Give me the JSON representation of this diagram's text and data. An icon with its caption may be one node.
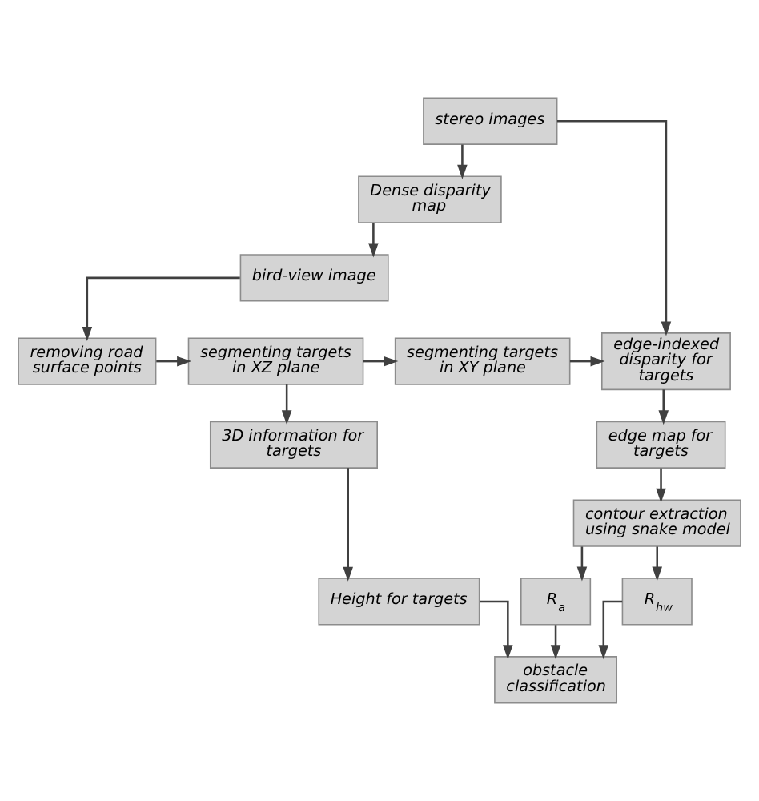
{
  "diagram": {
    "nodes": [
      {
        "text": [
          "stereo images"
        ]
      },
      {
        "text": [
          "Dense disparity map"
        ]
      },
      {
        "text": [
          "bird-view image"
        ]
      },
      {
        "text": [
          "removing road surface points"
        ]
      },
      {
        "text": [
          "segmenting targets in XZ plane"
        ]
      },
      {
        "text": [
          "segmenting targets in XY plane"
        ]
      },
      {
        "text": [
          "edge-indexed disparity for targets"
        ]
      },
      {
        "text": [
          "edge map for targets"
        ]
      },
      {
        "text": [
          "contour extraction using snake model"
        ]
      },
      {
        "text": [
          "3D information for targets"
        ]
      },
      {
        "text": [
          "Height for targets"
        ]
      },
      {
        "text": [
          "R$_{hw}$"
        ]
      },
      {
        "text": [
          "R$_{a}$"
        ]
      },
      {
        "text": [
          "obstacle classification"
        ]
      }
    ],
    "edges": [
      {
        "from": 0,
        "to": 1,
        "arrow": "to"
      },
      {
        "from": 0,
        "to": 6,
        "arrow": "to"
      },
      {
        "from": 1,
        "to": 2,
        "arrow": "to"
      },
      {
        "from": 2,
        "to": 3,
        "arrow": "to"
      },
      {
        "from": 3,
        "to": 4,
        "arrow": "to"
      },
      {
        "from": 4,
        "to": 5,
        "arrow": "to"
      },
      {
        "from": 5,
        "to": 6,
        "arrow": "to"
      },
      {
        "from": 6,
        "to": 7,
        "arrow": "to"
      },
      {
        "from": 7,
        "to": 8,
        "arrow": "to"
      },
      {
        "from": 8,
        "to": 11,
        "arrow": "to"
      },
      {
        "from": 8,
        "to": 12,
        "arrow": "to"
      },
      {
        "from": 4,
        "to": 9,
        "arrow": "to"
      },
      {
        "from": 9,
        "to": 10,
        "arrow": "to"
      },
      {
        "from": 10,
        "to": 13,
        "arrow": "to"
      },
      {
        "from": 11,
        "to": 13,
        "arrow": "to"
      },
      {
        "from": 12,
        "to": 13,
        "arrow": "to"
      }
    ]
  }
}
